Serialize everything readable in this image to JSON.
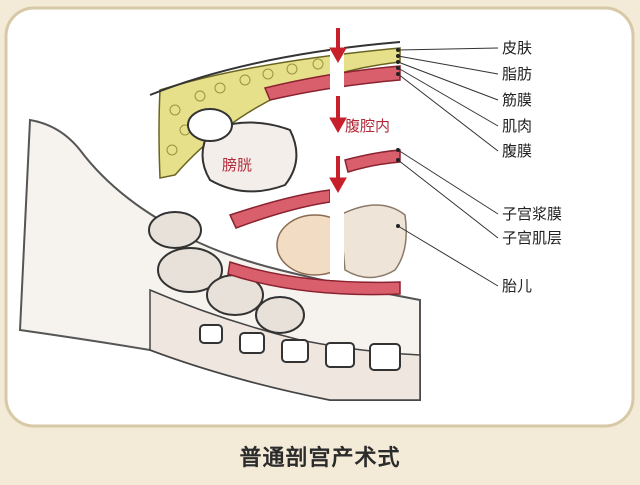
{
  "caption": "普通剖宫产术式",
  "labels": {
    "skin": "皮肤",
    "fat": "脂肪",
    "fascia": "筋膜",
    "muscle": "肌肉",
    "peritoneum": "腹膜",
    "serosa": "子宫浆膜",
    "myometrium": "子宫肌层",
    "fetus": "胎儿"
  },
  "inner_labels": {
    "bladder": "膀胱",
    "abdominal_cavity": "腹腔内"
  },
  "colors": {
    "background": "#f3ead7",
    "panel": "#ffffff",
    "arrow": "#c8202a",
    "muscle": "#d95f6c",
    "fat": "#e6e08a",
    "fetus": "#f2dcc4"
  }
}
